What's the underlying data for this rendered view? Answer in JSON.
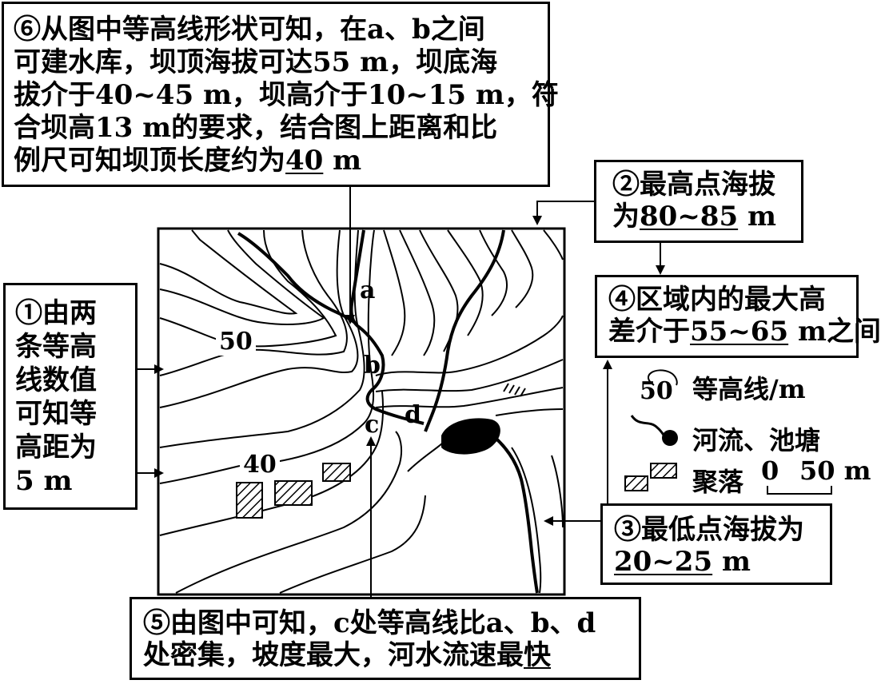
{
  "annotations": {
    "ann6": [
      "⑥从图中等高线形状可知，在a、b之间",
      "可建水库，坝顶海拔可达55 m，坝底海",
      "拔介于40~45 m，坝高介于10~15 m，符",
      "合坝高13 m的要求，结合图上距离和比",
      "例尺可知坝顶长度约为"
    ],
    "ann6_tail": {
      "value": "40",
      "unit": " m"
    },
    "ann2": {
      "line1": "②最高点海拔",
      "prefix": "为",
      "value": "80~85",
      "unit": " m"
    },
    "ann4": {
      "line1": "④区域内的最大高",
      "prefix": "差介于",
      "value": "55~65",
      "suffix": " m之间"
    },
    "ann1": [
      "①由两",
      "条等高",
      "线数值",
      "可知等",
      "高距为",
      "5 m"
    ],
    "ann3": {
      "line1": "③最低点海拔为",
      "value": "20~25",
      "unit": " m"
    },
    "ann5": {
      "line1": "⑤由图中可知，c处等高线比a、b、d",
      "line2_prefix": "处密集，坡度最大，河水流速最",
      "line2_underlined": "快"
    }
  },
  "map": {
    "contour_labels": {
      "c50": "50",
      "c40": "40"
    },
    "point_labels": {
      "a": "a",
      "b": "b",
      "c": "c",
      "d": "d"
    }
  },
  "legend": {
    "contour_sample": "50",
    "contour_label": "等高线/m",
    "river_label": "河流、池塘",
    "settlement_label": "聚落",
    "scale_start": "0",
    "scale_end": "50 m"
  }
}
